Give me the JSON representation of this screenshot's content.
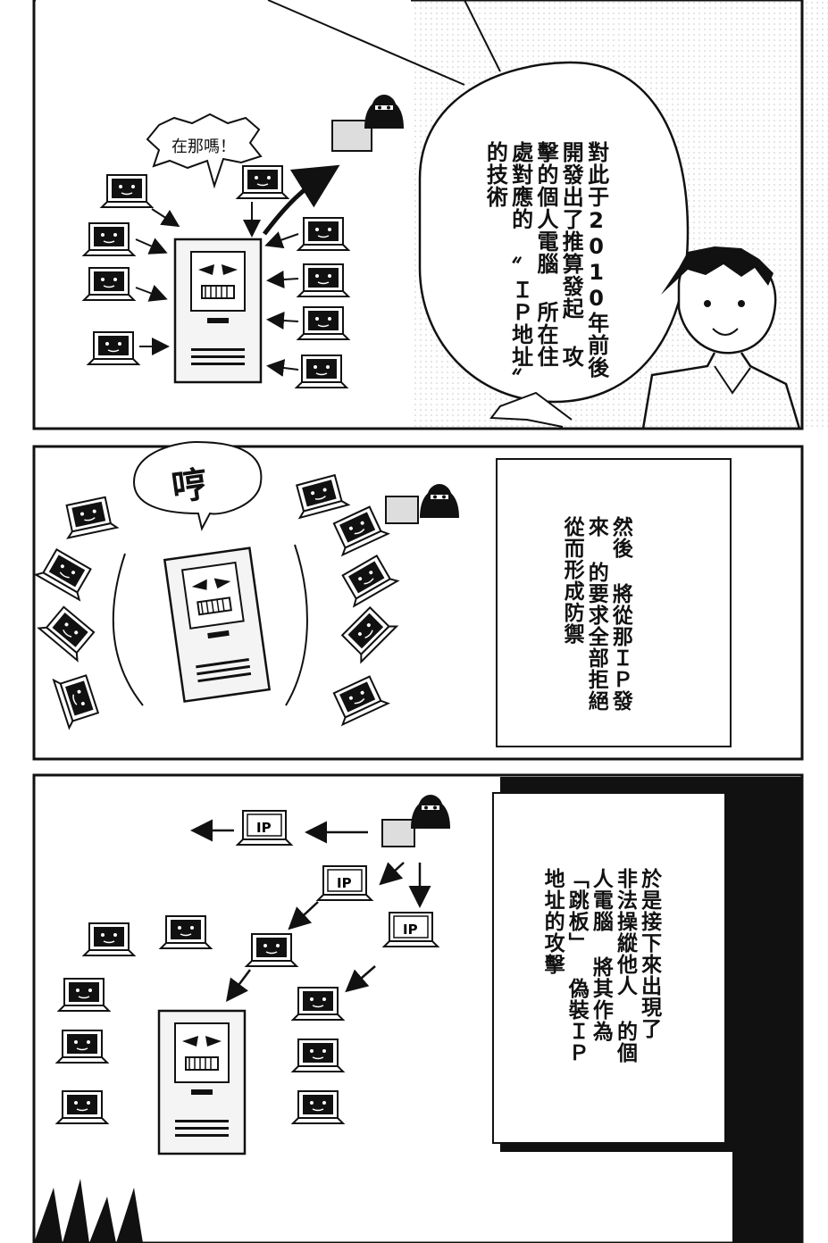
{
  "panel1": {
    "small_bubble": "在那嗎！",
    "speech_lines": [
      "對此于2010年前後",
      "開發出了推算發起",
      "攻擊的個人電腦",
      "所在住處對應的",
      "〞ＩＰ地址〞的技術"
    ]
  },
  "panel2": {
    "sound": "哼",
    "narration_lines": [
      "然後",
      "將從那ＩＰ發來",
      "的要求全部拒絕",
      "從而形成防禦"
    ]
  },
  "panel3": {
    "ip_label": "IP",
    "narration_lines": [
      "於是接下來出現了",
      "非法操縱他人",
      "的個人電腦",
      "將其作為「跳板」",
      "偽裝ＩＰ地址的攻擊"
    ]
  }
}
